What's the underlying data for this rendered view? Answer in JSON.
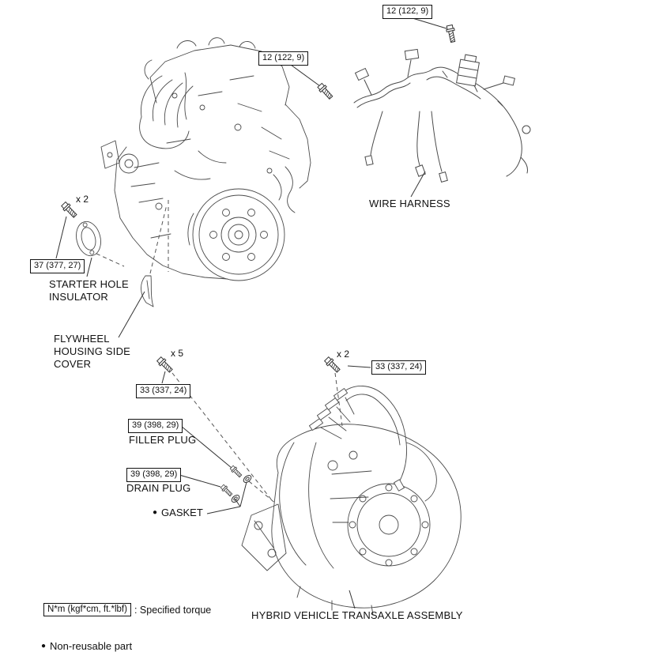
{
  "callouts": {
    "bolt12_top": "12 (122, 9)",
    "bolt12_mid": "12 (122, 9)",
    "bolt37": "37 (377, 27)",
    "bolt33_left": "33 (337, 24)",
    "bolt33_right": "33 (337, 24)",
    "plug39_filler": "39 (398, 29)",
    "plug39_drain": "39 (398, 29)"
  },
  "quantities": {
    "x2_left": "x 2",
    "x5_left": "x 5",
    "x2_right": "x 2"
  },
  "parts": {
    "wire_harness": "WIRE HARNESS",
    "starter_hole_insulator": "STARTER HOLE\nINSULATOR",
    "flywheel_housing_side_cover": "FLYWHEEL\nHOUSING SIDE\nCOVER",
    "filler_plug": "FILLER PLUG",
    "drain_plug": "DRAIN PLUG",
    "gasket": "GASKET",
    "transaxle": "HYBRID VEHICLE TRANSAXLE ASSEMBLY"
  },
  "legend": {
    "torque_unit": "N*m (kgf*cm, ft.*lbf)",
    "torque_desc": ": Specified torque",
    "nonreusable": "Non-reusable part"
  },
  "icons": {
    "bullet": "●"
  }
}
